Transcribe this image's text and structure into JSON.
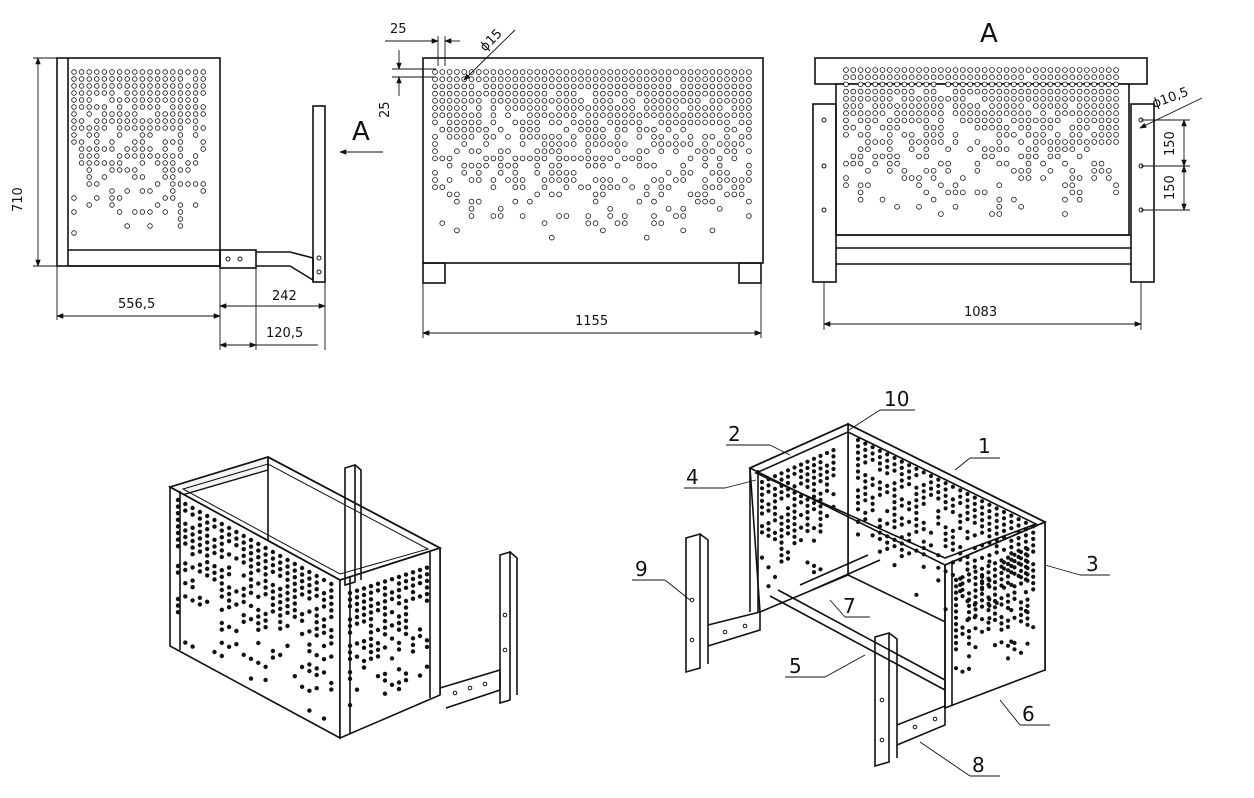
{
  "view_label": "A",
  "dimensions": {
    "height": "710",
    "side_depth": "556,5",
    "bracket": "242",
    "bracket_offset": "120,5",
    "front_width": "1155",
    "rear_width": "1083",
    "hole_step_horizontal": "25",
    "hole_step_vertical": "25",
    "hole_diameter": "ϕ15",
    "mount_hole_diameter": "ϕ10,5",
    "mount_spacing_1": "150",
    "mount_spacing_2": "150"
  },
  "callouts": [
    "1",
    "2",
    "3",
    "4",
    "5",
    "6",
    "7",
    "8",
    "9",
    "10"
  ]
}
